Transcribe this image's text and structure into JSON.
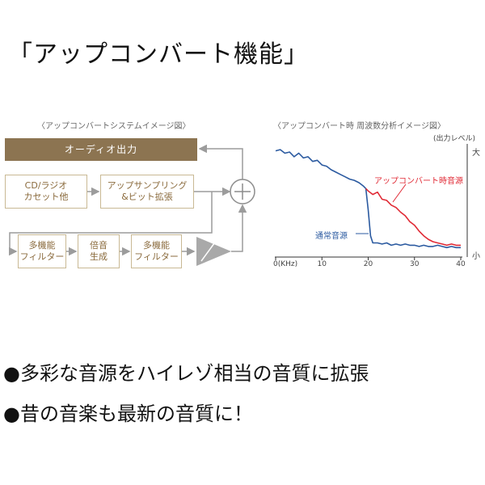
{
  "title": "「アップコンバート機能」",
  "system_diagram": {
    "caption": "〈アップコンバートシステムイメージ図〉",
    "output_box": "オーディオ出力",
    "source_box": "CD/ラジオ\nカセット他",
    "upsample_box": "アップサンプリング\n&ビット拡張",
    "filter1_box": "多機能\nフィルター",
    "harmonic_box": "倍音\n生成",
    "filter2_box": "多機能\nフィルター",
    "mixer_icon": "plus-circle-icon",
    "amp_icon": "amplifier-triangle-icon",
    "box_color": "#c9b994",
    "dark_box_color": "#8c7451",
    "text_color": "#8a6a3c"
  },
  "chart_data": {
    "type": "line",
    "title": "〈アップコンバート時 周波数分析イメージ図〉",
    "ylabel": "(出力レベル)",
    "y_top_label": "大",
    "y_bottom_label": "小",
    "xlabel_prefix": "0(KHz)",
    "xlim": [
      0,
      40
    ],
    "ylim": [
      0,
      100
    ],
    "xticks": [
      0,
      10,
      20,
      30,
      40
    ],
    "xtick_labels": [
      "0(KHz)",
      "10",
      "20",
      "30",
      "40"
    ],
    "series": [
      {
        "name": "通常音源",
        "color": "#2b5aa0",
        "x": [
          0,
          1,
          2,
          3,
          4,
          5,
          6,
          7,
          8,
          9,
          10,
          11,
          12,
          13,
          14,
          15,
          16,
          17,
          18,
          19,
          19.5,
          20,
          20.5,
          21,
          22,
          23,
          24,
          25,
          26,
          27,
          28,
          29,
          30,
          31,
          32,
          33,
          34,
          35,
          36,
          37,
          38,
          39,
          40
        ],
        "y": [
          90,
          91,
          88,
          89,
          85,
          88,
          84,
          85,
          81,
          82,
          78,
          77,
          74,
          72,
          70,
          68,
          66,
          65,
          63,
          60,
          58,
          40,
          18,
          12,
          12,
          11,
          12,
          10,
          11,
          10,
          11,
          10,
          10,
          9,
          10,
          9,
          9,
          10,
          9,
          8,
          9,
          8,
          8
        ]
      },
      {
        "name": "アップコンバート時音源",
        "color": "#e02a35",
        "x": [
          19.5,
          20,
          21,
          22,
          23,
          24,
          25,
          26,
          27,
          28,
          29,
          30,
          31,
          32,
          33,
          34,
          35,
          36,
          37,
          38,
          39,
          40
        ],
        "y": [
          58,
          56,
          53,
          55,
          49,
          48,
          44,
          42,
          38,
          35,
          30,
          27,
          22,
          18,
          15,
          13,
          12,
          11,
          10,
          11,
          10,
          10
        ]
      }
    ]
  },
  "bullets": [
    "●多彩な音源をハイレゾ相当の音質に拡張",
    "●昔の音楽も最新の音質に！"
  ]
}
